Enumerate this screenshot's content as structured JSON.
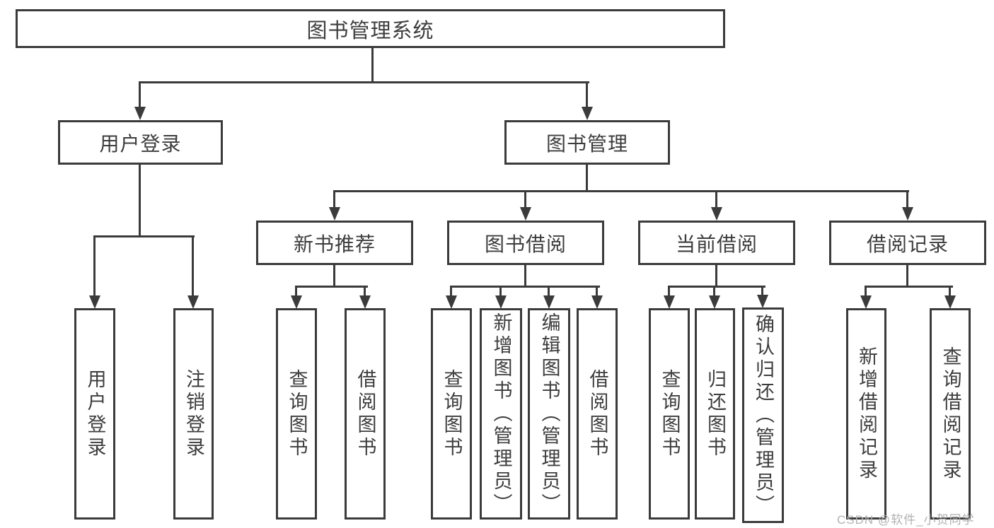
{
  "tree": {
    "label": "图书管理系统",
    "children": [
      {
        "label": "用户登录",
        "children": [
          {
            "label": "用户登录"
          },
          {
            "label": "注销登录"
          }
        ]
      },
      {
        "label": "图书管理",
        "children": [
          {
            "label": "新书推荐",
            "children": [
              {
                "label": "查询图书"
              },
              {
                "label": "借阅图书"
              }
            ]
          },
          {
            "label": "图书借阅",
            "children": [
              {
                "label": "查询图书"
              },
              {
                "label": "新增图书（管理员）"
              },
              {
                "label": "编辑图书（管理员）"
              },
              {
                "label": "借阅图书"
              }
            ]
          },
          {
            "label": "当前借阅",
            "children": [
              {
                "label": "查询图书"
              },
              {
                "label": "归还图书"
              },
              {
                "label": "确认归还（管理员）"
              }
            ]
          },
          {
            "label": "借阅记录",
            "children": [
              {
                "label": "新增借阅记录"
              },
              {
                "label": "查询借阅记录"
              }
            ]
          }
        ]
      }
    ]
  },
  "watermark": {
    "text": "CSDN @软件_小贺同学"
  },
  "colors": {
    "line": "#3b3b3b",
    "text": "#3d3d3d",
    "watermark": "#b2b2b2",
    "background": "#ffffff"
  }
}
